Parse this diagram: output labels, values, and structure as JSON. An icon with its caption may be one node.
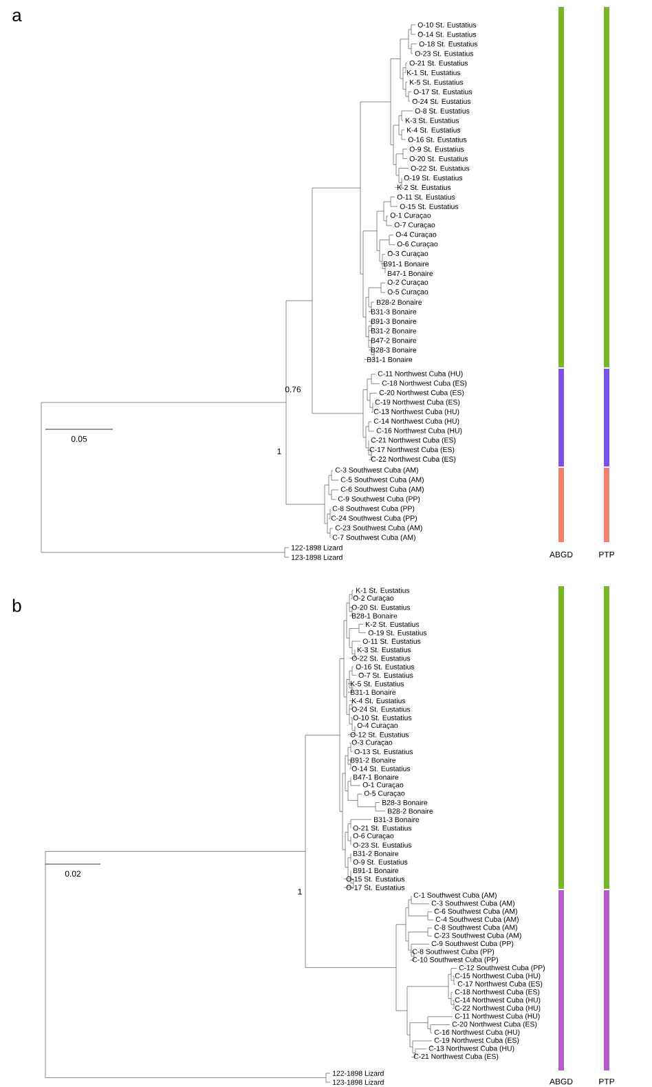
{
  "diagram": {
    "labels": [
      "a",
      "O-10 St. Eustatius",
      "O-14 St. Eustatius",
      "O-18 St. Eustatius",
      "O-23 St. Eustatius",
      "O-21 St. Eustatius",
      "K-1 St. Eustatius",
      "K-5 St. Eustatius",
      "O-17 St. Eustatius",
      "O-24 St. Eustatius",
      "O-8 St. Eustatius",
      "K-3 St. Eustatius",
      "K-4 St. Eustatius",
      "O-16 St. Eustatius",
      "O-9 St. Eustatius",
      "O-20 St. Eustatius",
      "O-22 St. Eustatius",
      "O-19 St. Eustatius",
      "K-2 St. Eustatius",
      "O-11 St. Eustatius",
      "O-15 St. Eustatius",
      "O-1 Curaçao",
      "O-7 Curaçao",
      "O-4 Curaçao",
      "O-6 Curaçao",
      "O-3 Curaçao",
      "B91-1 Bonaire",
      "B47-1 Bonaire",
      "O-2 Curaçao",
      "O-5 Curaçao",
      "B28-2 Bonaire",
      "B31-3 Bonaire",
      "B91-3 Bonaire",
      "B31-2 Bonaire",
      "B47-2 Bonaire",
      "B28-3 Bonaire",
      "B31-1 Bonaire",
      "C-11 Northwest Cuba (HU)",
      "C-18 Northwest Cuba (ES)",
      "C-20 Northwest Cuba (ES)",
      "C-19 Northwest Cuba (ES)",
      "C-13 Northwest Cuba (HU)",
      "C-14 Northwest Cuba (HU)",
      "C-16 Northwest Cuba (HU)",
      "C-21 Northwest Cuba (ES)",
      "C-17 Northwest Cuba (ES)",
      "C-22 Northwest Cuba (ES)",
      "C-3 Southwest Cuba (AM)",
      "C-5 Southwest Cuba (AM)",
      "C-6 Southwest Cuba (AM)",
      "C-9 Southwest Cuba (PP)",
      "C-8 Southwest Cuba (PP)",
      "C-24 Southwest Cuba (PP)",
      "C-23 Southwest Cuba (AM)",
      "C-7 Southwest Cuba (AM)",
      "122-1898 Lizard",
      "123-1898 Lizard",
      "0.76",
      "1",
      "0.05",
      "ABGD",
      "PTP",
      "b",
      "K-1 St. Eustatius",
      "O-2 Curaçao",
      "O-20 St. Eustatius",
      "B28-1 Bonaire",
      "K-2 St. Eustatius",
      "O-19 St. Eustatius",
      "O-11 St. Eustatius",
      "K-3 St. Eustatius",
      "O-22 St. Eustatius",
      "O-16 St. Eustatius",
      "O-7 St. Eustatius",
      "K-5 St. Eustatius",
      "B31-1 Bonaire",
      "K-4 St. Eustatius",
      "O-24 St. Eustatius",
      "O-10 St. Eustatius",
      "O-4 Curaçao",
      "O-12 St. Eustatius",
      "O-3 Curaçao",
      "O-13 St. Eustatius",
      "B91-2 Bonaire",
      "O-14 St. Eustatius",
      "B47-1 Bonaire",
      "O-1 Curaçao",
      "O-5 Curaçao",
      "B28-3 Bonaire",
      "B28-2 Bonaire",
      "B31-3 Bonaire",
      "O-21 St. Eustatius",
      "O-6 Curaçao",
      "O-23 St. Eustatius",
      "B31-2 Bonaire",
      "O-9 St. Eustatius",
      "B91-1 Bonaire",
      "O-15 St. Eustatius",
      "O-17 St. Eustatius",
      "C-1 Southwest Cuba (AM)",
      "C-3 Southwest Cuba (AM)",
      "C-6 Southwest Cuba (AM)",
      "C-4 Southwest Cuba (AM)",
      "C-8 Southwest Cuba (AM)",
      "C-23 Southwest Cuba (AM)",
      "C-9 Southwest Cuba (PP)",
      "C-8 Southwest Cuba (PP)",
      "C-10 Southwest Cuba (PP)",
      "C-12 Southwest Cuba (PP)",
      "C-15 Northwest Cuba (HU)",
      "C-17 Northwest Cuba (ES)",
      "C-18 Northwest Cuba (ES)",
      "C-14 Northwest Cuba (HU)",
      "C-22 Northwest Cuba (HU)",
      "C-11 Northwest Cuba (HU)",
      "C-20 Northwest Cuba (ES)",
      "C-16 Northwest Cuba (HU)",
      "C-19 Northwest Cuba (ES)",
      "C-13 Northwest Cuba (HU)",
      "C-21 Northwest Cuba (ES)",
      "122-1898 Lizard",
      "123-1898 Lizard",
      "1",
      "0.02",
      "ABGD",
      "PTP"
    ]
  }
}
